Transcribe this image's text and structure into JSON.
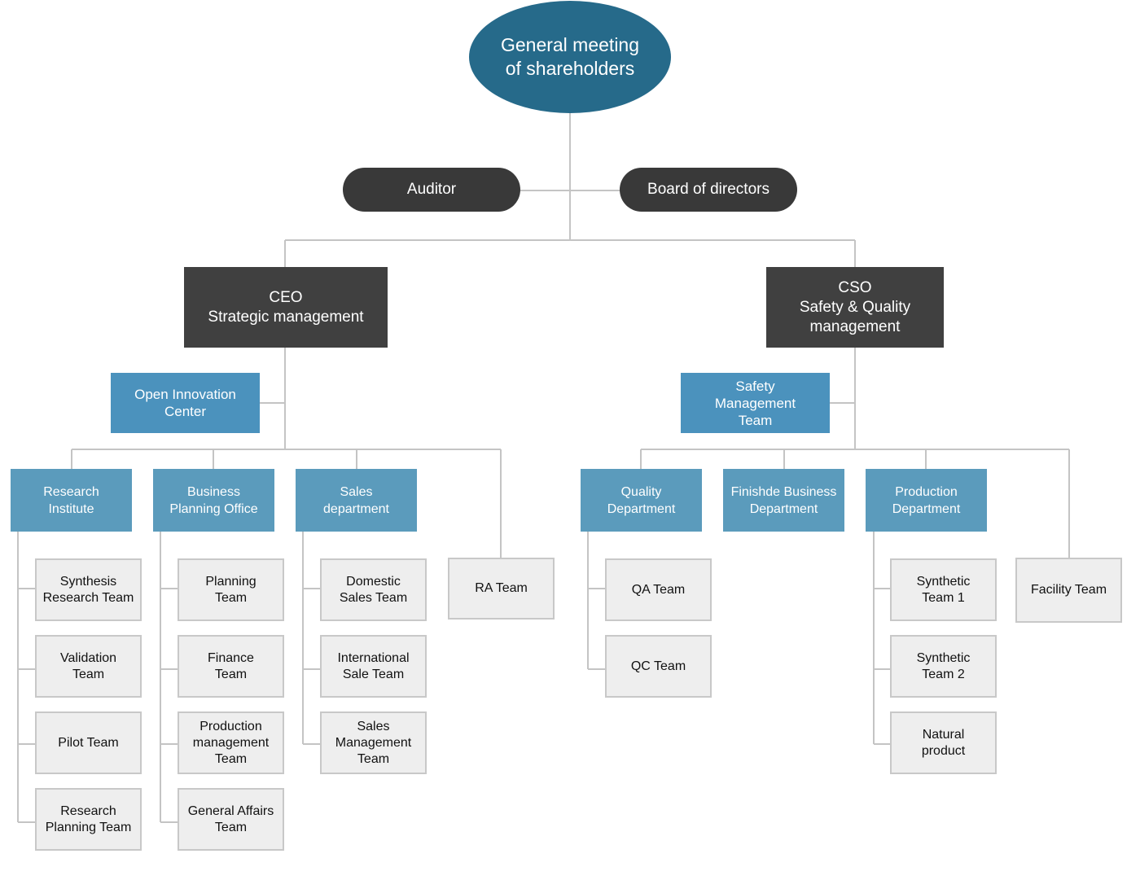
{
  "top": {
    "label": "General meeting\nof shareholders"
  },
  "governance": {
    "auditor": "Auditor",
    "board": "Board of directors"
  },
  "ceo": {
    "label": "CEO\nStrategic management",
    "open_innovation": "Open Innovation\nCenter",
    "departments": [
      {
        "label": "Research\nInstitute",
        "teams": [
          "Synthesis\nResearch Team",
          "Validation\nTeam",
          "Pilot Team",
          "Research\nPlanning Team"
        ]
      },
      {
        "label": "Business\nPlanning Office",
        "teams": [
          "Planning\nTeam",
          "Finance\nTeam",
          "Production\nmanagement\nTeam",
          "General Affairs\nTeam"
        ]
      },
      {
        "label": "Sales\ndepartment",
        "teams": [
          "Domestic\nSales Team",
          "International\nSale Team",
          "Sales\nManagement\nTeam"
        ]
      }
    ],
    "ra_team": "RA Team"
  },
  "cso": {
    "label": "CSO\nSafety & Quality\nmanagement",
    "safety_team": "Safety\nManagement\nTeam",
    "departments": [
      {
        "label": "Quality\nDepartment",
        "teams": [
          "QA Team",
          "QC Team"
        ]
      },
      {
        "label": "Finishde Business\nDepartment",
        "teams": []
      },
      {
        "label": "Production\nDepartment",
        "teams": [
          "Synthetic\nTeam 1",
          "Synthetic\nTeam 2",
          "Natural\nproduct"
        ]
      }
    ],
    "facility_team": "Facility Team"
  },
  "colors": {
    "ellipse": "#266a8a",
    "dark": "#393939",
    "blue": "#4b92bd",
    "dept": "#5b9bbc",
    "team_bg": "#eeeeee",
    "line": "#c4c4c4"
  }
}
